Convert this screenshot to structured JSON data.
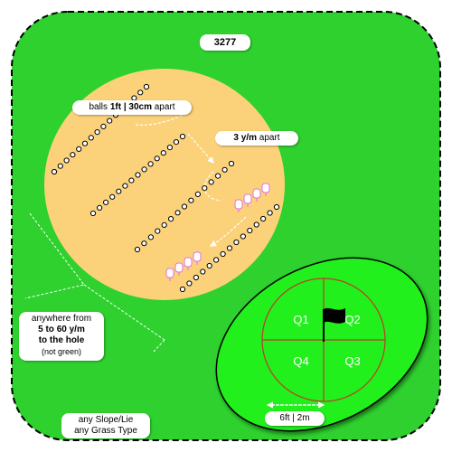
{
  "title": "3277",
  "spacing_label": {
    "prefix": "balls ",
    "value": "1ft | 30cm",
    "suffix": " apart"
  },
  "rows_label": {
    "value": "3 y/m",
    "suffix": " apart"
  },
  "distance_label": {
    "line1": "anywhere from",
    "line2": "5 to 60 y/m",
    "line3": "to the hole",
    "line4": "(not green)"
  },
  "lie_label": {
    "line1": "any Slope/Lie",
    "line2": "any Grass Type"
  },
  "width_label": "6ft | 2m",
  "quadrants": {
    "q1": "Q1",
    "q2": "Q2",
    "q3": "Q3",
    "q4": "Q4"
  },
  "colors": {
    "fairway": "#2ED12E",
    "green": "#22F01E",
    "landing_zone": "#FBD27A",
    "quadrant_lines": "#C0392B",
    "flag": "#000000",
    "tee_marker": "#E070E0"
  },
  "icons": [
    "flag-icon",
    "tee-marker-icon",
    "ball-icon",
    "arrow-icon"
  ]
}
